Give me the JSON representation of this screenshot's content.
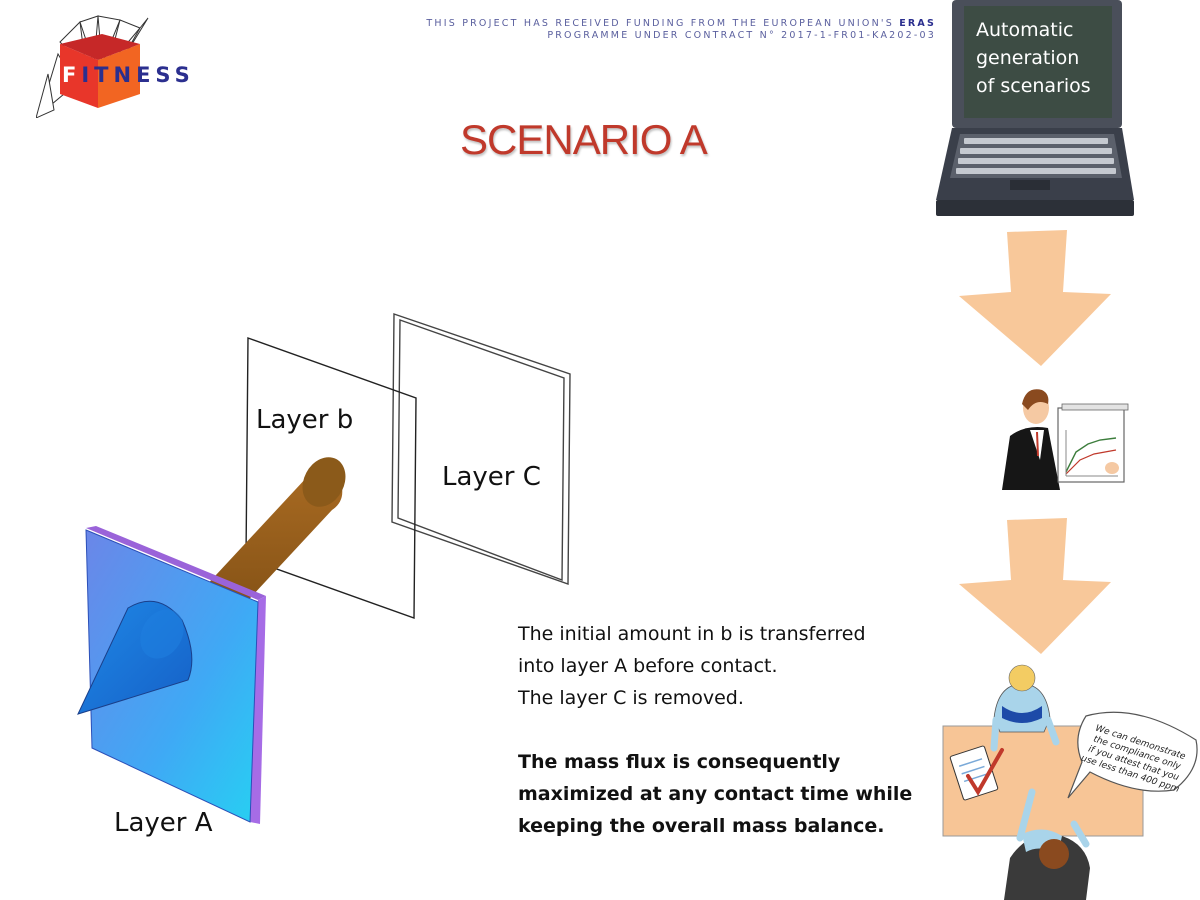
{
  "logo": {
    "letter": "F",
    "rest": "ITNESS"
  },
  "funding": {
    "line1_prefix": "THIS PROJECT HAS RECEIVED FUNDING FROM THE EUROPEAN UNION'S ",
    "line1_bold": "ERAS",
    "line2": "PROGRAMME UNDER CONTRACT N° 2017-1-FR01-KA202-03"
  },
  "title": "SCENARIO A",
  "laptop_screen": [
    "Automatic",
    "generation",
    "of scenarios"
  ],
  "diagram_labels": {
    "layer_b": "Layer b",
    "layer_c": "Layer C",
    "layer_a": "Layer A"
  },
  "description": {
    "lines": [
      "The initial amount in b is transferred",
      "into layer A before contact.",
      "The layer C is removed."
    ],
    "bold_lines": [
      "The mass flux is consequently",
      "maximized at any contact time while",
      "keeping the overall mass balance."
    ]
  },
  "speech_bubble": [
    "We can demonstrate",
    "the compliance only",
    "if you attest that you",
    "use less than 400 ppm"
  ],
  "colors": {
    "title": "#c0392b",
    "logo_blue": "#2b2f8f",
    "arrow": "#f8c89a",
    "table": "#f7c596",
    "layer_a": "#3fa9f5",
    "rod": "#8b5a1a"
  }
}
